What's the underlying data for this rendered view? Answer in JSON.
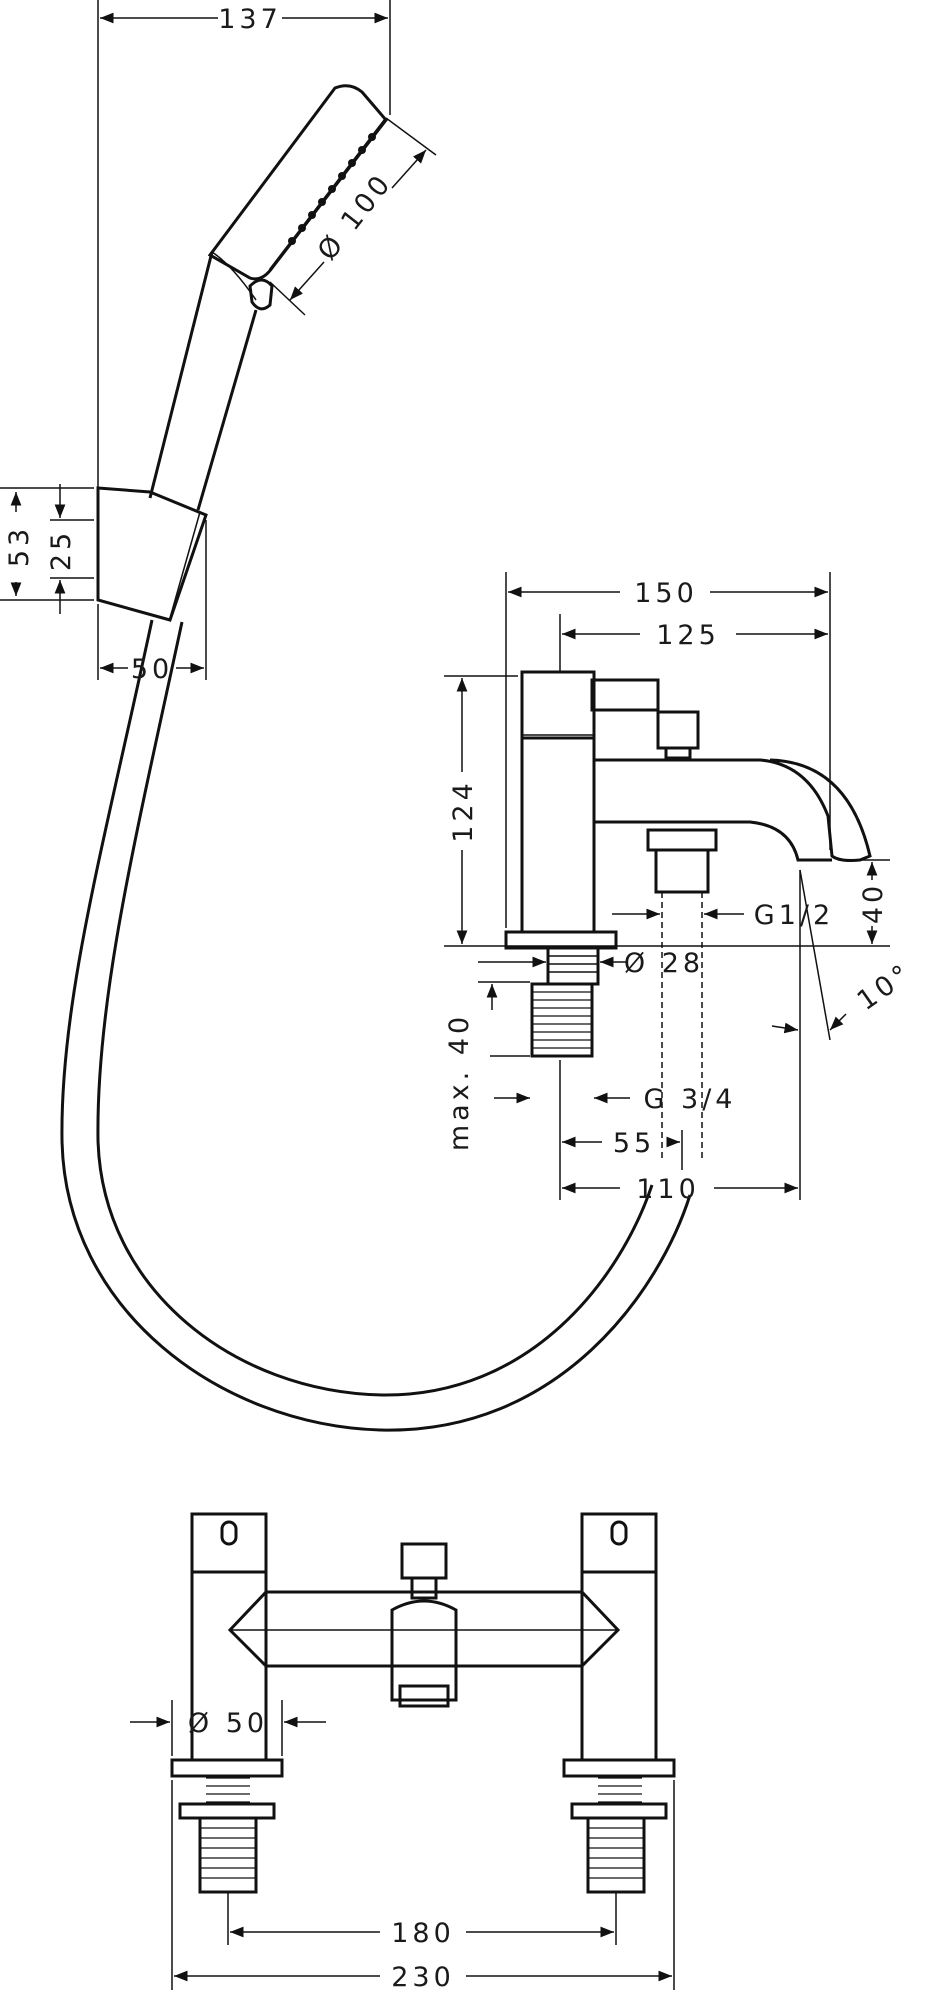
{
  "dimensions": {
    "handshower_width": "137",
    "spray_diameter": "Ø 100",
    "holder_height": "53",
    "holder_inner": "25",
    "holder_width": "50",
    "mixer_projection_total": "150",
    "mixer_projection_spout": "125",
    "mixer_height": "124",
    "spout_clearance": "40",
    "outlet_thread": "G1/2",
    "base_diameter": "Ø 28",
    "shank_length": "max. 40",
    "shank_thread": "G 3/4",
    "outlet_offset": "55",
    "spout_reach": "110",
    "spout_angle": "10°",
    "pillar_diameter": "Ø 50",
    "centres": "180",
    "overall_width": "230"
  }
}
